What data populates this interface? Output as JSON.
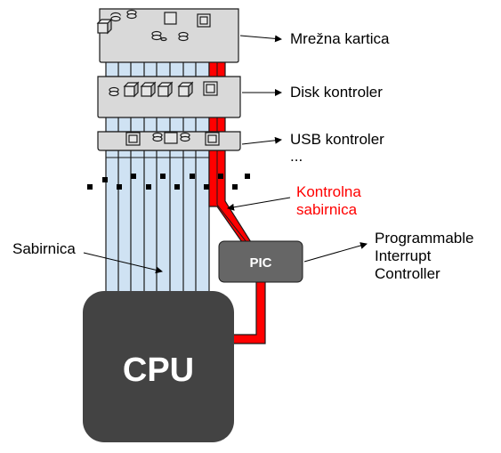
{
  "devices": [
    {
      "label": "Mrežna kartica"
    },
    {
      "label": "Disk kontroler"
    },
    {
      "label": "USB kontroler"
    }
  ],
  "more_indicator": "...",
  "control_bus": {
    "label_line1": "Kontrolna",
    "label_line2": "sabirnica"
  },
  "data_bus": {
    "label": "Sabirnica"
  },
  "pic": {
    "chip_label": "PIC",
    "desc_line1": "Programmable",
    "desc_line2": "Interrupt",
    "desc_line3": "Controller"
  },
  "cpu": {
    "label": "CPU"
  },
  "colors": {
    "bus_fill": "#cfe2f3",
    "bus_line": "#1a1a1a",
    "control_red": "#ff0000",
    "card_fill": "#d9d9d9",
    "pic_fill": "#666666",
    "cpu_fill": "#434343",
    "text": "#000000",
    "text_red": "#ff0000"
  }
}
